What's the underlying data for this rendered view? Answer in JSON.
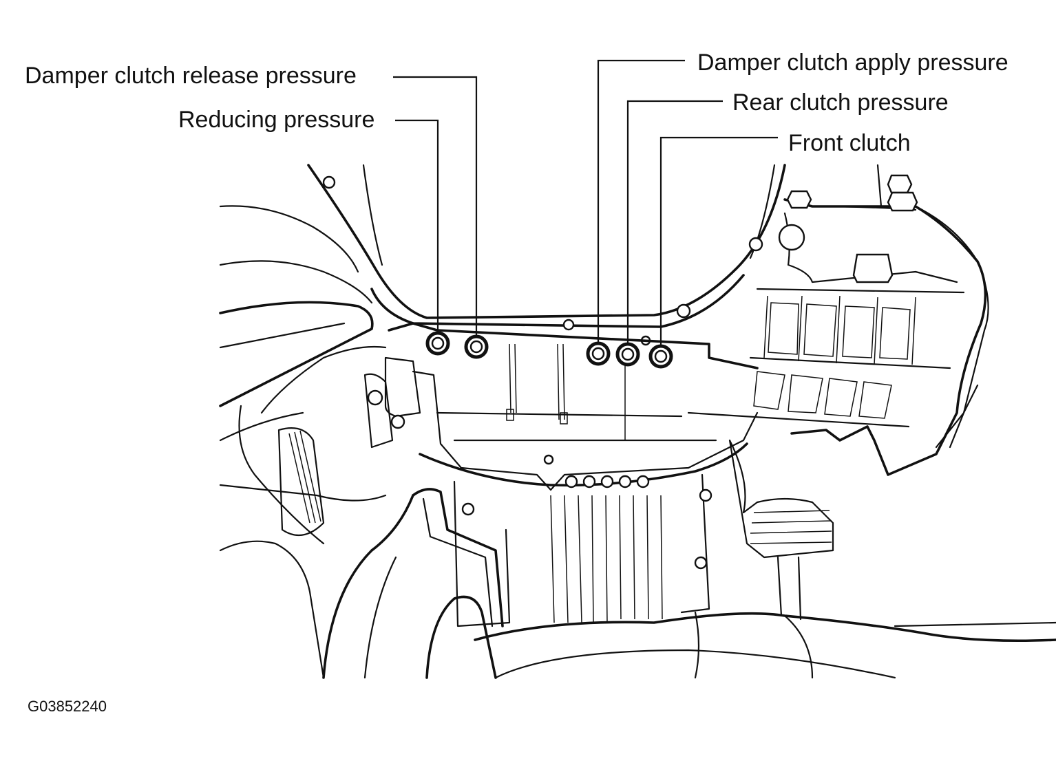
{
  "labels": {
    "damper_release": "Damper clutch release pressure",
    "reducing": "Reducing pressure",
    "damper_apply": "Damper clutch apply pressure",
    "rear_clutch": "Rear clutch pressure",
    "front_clutch": "Front clutch"
  },
  "figure_id": "G03852240",
  "line_color": "#111111",
  "background": "#ffffff"
}
